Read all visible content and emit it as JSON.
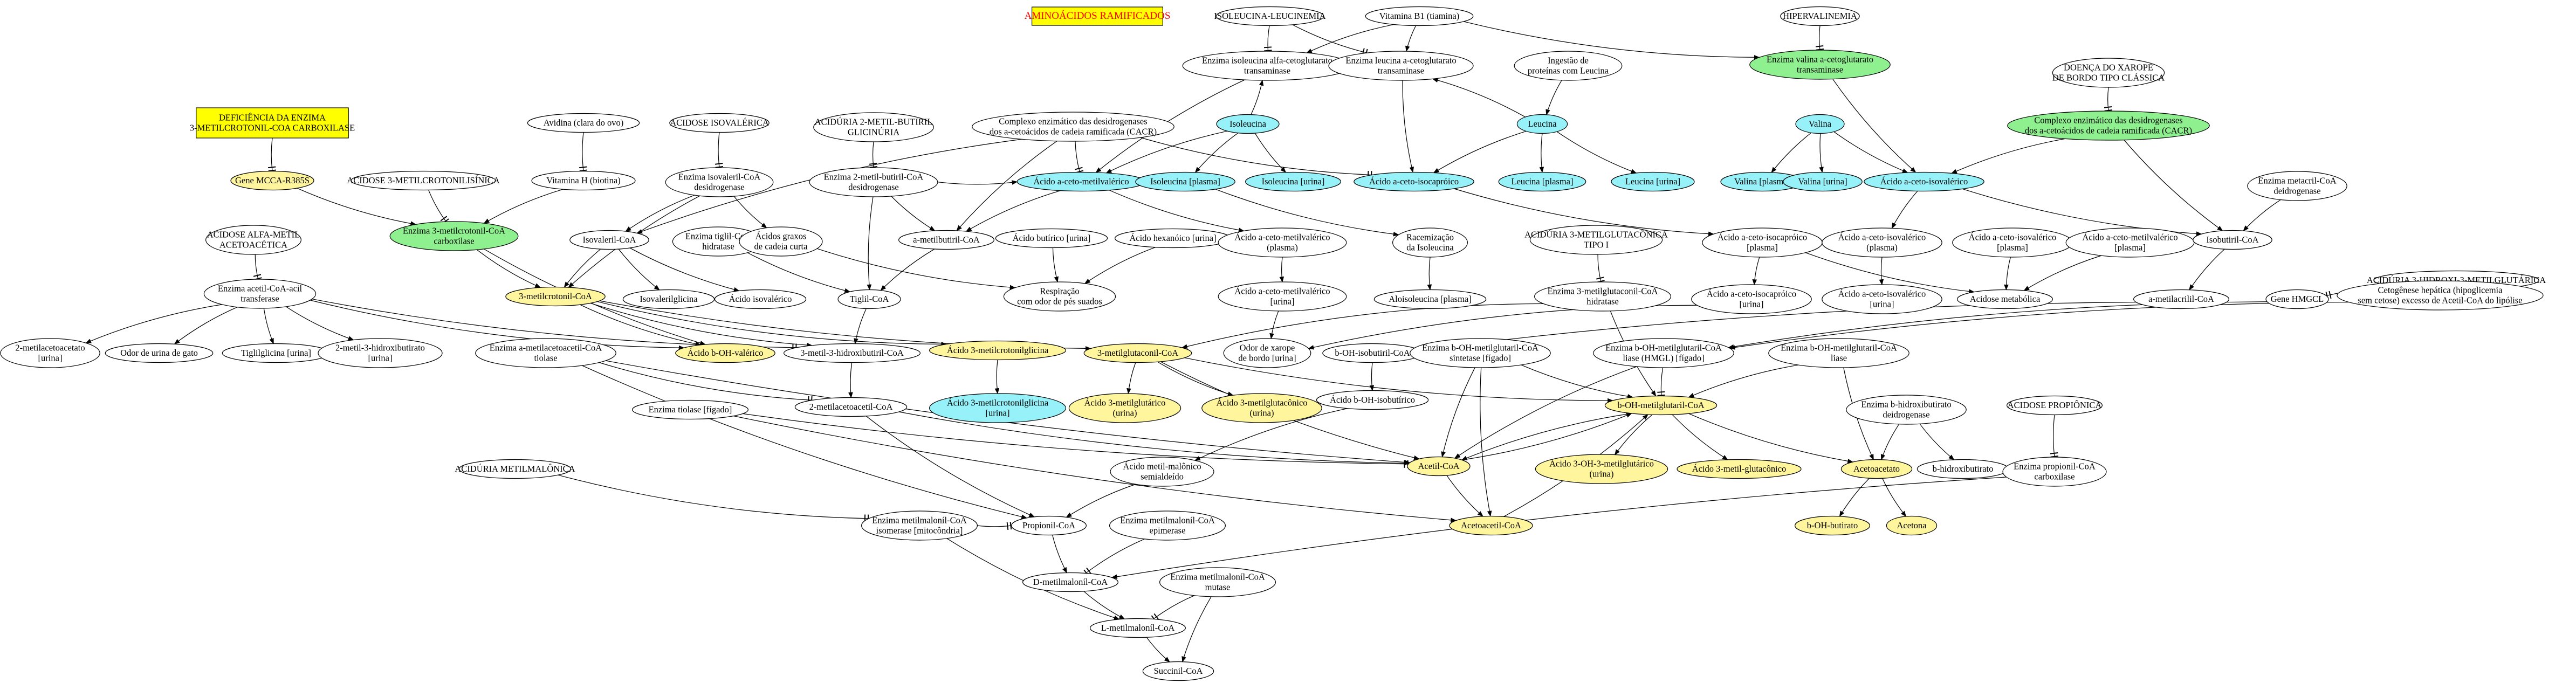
{
  "title": "AMINOÁCIDOS RAMIFICADOS",
  "colors": {
    "white": "#ffffff",
    "yellow": "#fff59d",
    "green": "#8ff08f",
    "cyan": "#96f2f8",
    "box_yellow": "#ffff00",
    "title_red": "#ff0000"
  },
  "nodes": [
    {
      "id": "title",
      "lines": [
        "AMINOÁCIDOS RAMIFICADOS"
      ],
      "color": "box_yellow",
      "shape": "box",
      "text": "title_red"
    },
    {
      "id": "deficiencia",
      "lines": [
        "DEFICIÊNCIA DA ENZIMA",
        "3-METILCROTONIL-COA CARBOXILASE"
      ],
      "color": "box_yellow",
      "shape": "box"
    },
    {
      "id": "ile_leu",
      "lines": [
        "ISOLEUCINA-LEUCINEMIA"
      ],
      "color": "white"
    },
    {
      "id": "vitb1",
      "lines": [
        "Vitamina B1 (tiamina)"
      ],
      "color": "white"
    },
    {
      "id": "hipervalinemia",
      "lines": [
        "HIPERVALINEMIA"
      ],
      "color": "white"
    },
    {
      "id": "enz_ile_transam",
      "lines": [
        "Enzima isoleucina alfa-cetoglutarato",
        "transaminase"
      ],
      "color": "white"
    },
    {
      "id": "enz_leu_transam",
      "lines": [
        "Enzima leucina a-cetoglutarato",
        "transaminase"
      ],
      "color": "white"
    },
    {
      "id": "ingestao_leu",
      "lines": [
        "Ingestão de",
        "proteínas com Leucina"
      ],
      "color": "white"
    },
    {
      "id": "enz_val_transam",
      "lines": [
        "Enzima valina a-cetoglutarato",
        "transaminase"
      ],
      "color": "green"
    },
    {
      "id": "doenca_xarope",
      "lines": [
        "DOENÇA DO XAROPE",
        "DE BORDO TIPO CLÁSSICA"
      ],
      "color": "white"
    },
    {
      "id": "avidina",
      "lines": [
        "Avidina (clara do ovo)"
      ],
      "color": "white"
    },
    {
      "id": "acidose_isoval",
      "lines": [
        "ACIDOSE ISOVALÉRICA"
      ],
      "color": "white"
    },
    {
      "id": "aciduria_2mb",
      "lines": [
        "ACIDÚRIA 2-METIL-BUTIRIL",
        "GLICINÚRIA"
      ],
      "color": "white"
    },
    {
      "id": "complexo_desid",
      "lines": [
        "Complexo enzimático das desidrogenases",
        "dos a-cetoácidos de cadeia ramificada (CACR)"
      ],
      "color": "white"
    },
    {
      "id": "isoleucina",
      "lines": [
        "Isoleucina"
      ],
      "color": "cyan"
    },
    {
      "id": "leucina",
      "lines": [
        "Leucina"
      ],
      "color": "cyan"
    },
    {
      "id": "valina",
      "lines": [
        "Valina"
      ],
      "color": "cyan"
    },
    {
      "id": "complexo_green",
      "lines": [
        "Complexo enzimático das desidrogenases",
        "dos a-cetoácidos de cadeia ramificada (CACR)"
      ],
      "color": "green"
    },
    {
      "id": "gene_mcca",
      "lines": [
        "Gene MCCA-R385S"
      ],
      "color": "yellow"
    },
    {
      "id": "vit_h",
      "lines": [
        "Vitamina H (biotina)"
      ],
      "color": "white"
    },
    {
      "id": "acidose_3mcg",
      "lines": [
        "ACIDOSE 3-METILCROTONILISÍNICA"
      ],
      "color": "white"
    },
    {
      "id": "enz_isoval_desid",
      "lines": [
        "Enzima isovaleril-CoA",
        "desidrogenase"
      ],
      "color": "white"
    },
    {
      "id": "enz_2mb_desid",
      "lines": [
        "Enzima 2-metil-butiril-CoA",
        "desidrogenase"
      ],
      "color": "white"
    },
    {
      "id": "ac_ceto_metilvalerico",
      "lines": [
        "Ácido a-ceto-metilvalérico"
      ],
      "color": "cyan"
    },
    {
      "id": "ile_plasma",
      "lines": [
        "Isoleucina [plasma]"
      ],
      "color": "cyan"
    },
    {
      "id": "ile_urina",
      "lines": [
        "Isoleucina [urina]"
      ],
      "color": "cyan"
    },
    {
      "id": "ac_ceto_isocaproico",
      "lines": [
        "Ácido a-ceto-isocapróico"
      ],
      "color": "cyan"
    },
    {
      "id": "leu_plasma",
      "lines": [
        "Leucina [plasma]"
      ],
      "color": "cyan"
    },
    {
      "id": "leu_urina",
      "lines": [
        "Leucina [urina]"
      ],
      "color": "cyan"
    },
    {
      "id": "val_plasma",
      "lines": [
        "Valina [plasma]"
      ],
      "color": "cyan"
    },
    {
      "id": "val_urina",
      "lines": [
        "Valina [urina]"
      ],
      "color": "cyan"
    },
    {
      "id": "ac_ceto_isovalerico",
      "lines": [
        "Ácido a-ceto-isovalérico"
      ],
      "color": "cyan"
    },
    {
      "id": "enz_3mcc",
      "lines": [
        "Enzima 3-metilcrotonil-CoA",
        "carboxilase"
      ],
      "color": "green"
    },
    {
      "id": "isovaleril_coa",
      "lines": [
        "Isovaleril-CoA"
      ],
      "color": "white"
    },
    {
      "id": "enz_tiglil",
      "lines": [
        "Enzima tiglil-CoA",
        "hidratase"
      ],
      "color": "white"
    },
    {
      "id": "ac_graxos",
      "lines": [
        "Ácidos graxos",
        "de cadeia curta"
      ],
      "color": "white"
    },
    {
      "id": "a_metilbutiril",
      "lines": [
        "a-metilbutiril-CoA"
      ],
      "color": "white"
    },
    {
      "id": "ac_butirico",
      "lines": [
        "Ácido butírico [urina]"
      ],
      "color": "white"
    },
    {
      "id": "ac_hexanoico",
      "lines": [
        "Ácido hexanóico [urina]"
      ],
      "color": "white"
    },
    {
      "id": "ac_ceto_metilval_plasma",
      "lines": [
        "Ácido a-ceto-metilvalérico",
        "(plasma)"
      ],
      "color": "white"
    },
    {
      "id": "racemizacao",
      "lines": [
        "Racemização",
        "da Isoleucina"
      ],
      "color": "white"
    },
    {
      "id": "aciduria_3mg1",
      "lines": [
        "ACIDÚRIA 3-METILGLUTACÔNICA",
        "TIPO I"
      ],
      "color": "white"
    },
    {
      "id": "ac_ceto_isocap_plasma",
      "lines": [
        "Ácido a-ceto-isocapróico",
        "[plasma]"
      ],
      "color": "white"
    },
    {
      "id": "ac_ceto_isoval_plasma",
      "lines": [
        "Ácido a-ceto-isovalérico",
        "(plasma)"
      ],
      "color": "white"
    },
    {
      "id": "ac_ceto_isoval_plasma2",
      "lines": [
        "Ácido a-ceto-isovalérico",
        "[plasma]"
      ],
      "color": "white"
    },
    {
      "id": "ac_ceto_metilval_plasma2",
      "lines": [
        "Ácido a-ceto-metilvalérico",
        "[plasma]"
      ],
      "color": "white"
    },
    {
      "id": "isobutiril",
      "lines": [
        "Isobutiril-CoA"
      ],
      "color": "white"
    },
    {
      "id": "enz_metacril",
      "lines": [
        "Enzima metacril-CoA",
        "deidrogenase"
      ],
      "color": "white"
    },
    {
      "id": "acidose_alfa",
      "lines": [
        "ACIDOSE ALFA-METIL",
        "ACETOACÉTICA"
      ],
      "color": "white"
    },
    {
      "id": "metilcrotonil_coa",
      "lines": [
        "3-metilcrotonil-CoA"
      ],
      "color": "yellow"
    },
    {
      "id": "isovalerilglicina",
      "lines": [
        "Isovalerilglicina"
      ],
      "color": "white"
    },
    {
      "id": "ac_isovalerico",
      "lines": [
        "Ácido isovalérico"
      ],
      "color": "white"
    },
    {
      "id": "tiglil_coa",
      "lines": [
        "Tiglil-CoA"
      ],
      "color": "white"
    },
    {
      "id": "respiracao",
      "lines": [
        "Respiração",
        "com odor de pés suados"
      ],
      "color": "white"
    },
    {
      "id": "ac_ceto_metilval_urina",
      "lines": [
        "Ácido a-ceto-metilvalérico",
        "[urina]"
      ],
      "color": "white"
    },
    {
      "id": "aloisoleucina",
      "lines": [
        "Aloisoleucina [plasma]"
      ],
      "color": "white"
    },
    {
      "id": "enz_3mg_hidratase",
      "lines": [
        "Enzima 3-metilglutaconil-CoA",
        "hidratase"
      ],
      "color": "white"
    },
    {
      "id": "ac_ceto_isocap_urina",
      "lines": [
        "Ácido a-ceto-isocapróico",
        "[urina]"
      ],
      "color": "white"
    },
    {
      "id": "ac_ceto_isoval_urina",
      "lines": [
        "Ácido a-ceto-isovalérico",
        "[urina]"
      ],
      "color": "white"
    },
    {
      "id": "acidose_metab",
      "lines": [
        "Acidose metabólica"
      ],
      "color": "white"
    },
    {
      "id": "a_metilacril",
      "lines": [
        "a-metilacrilil-CoA"
      ],
      "color": "white"
    },
    {
      "id": "gene_hmgcl",
      "lines": [
        "Gene HMGCL"
      ],
      "color": "white"
    },
    {
      "id": "aciduria_3h3mg",
      "lines": [
        "ACIDÚRIA 3-HIDROXI-3-METILGLUTÁRICA"
      ],
      "color": "white"
    },
    {
      "id": "enz_acetilcoa_acil",
      "lines": [
        "Enzima acetil-CoA-acil",
        "transferase"
      ],
      "color": "white"
    },
    {
      "id": "cetogenese",
      "lines": [
        "Cetogênese hepática (hipoglicemia",
        "sem cetose) excesso de Acetil-CoA do lipólise"
      ],
      "color": "white"
    },
    {
      "id": "ac_bhidroxi_valerico",
      "lines": [
        "Ácido b-OH-valérico"
      ],
      "color": "yellow"
    },
    {
      "id": "tres_metil_3hb",
      "lines": [
        "3-metil-3-hidroxibutiril-CoA"
      ],
      "color": "white"
    },
    {
      "id": "ac_3mcglicina",
      "lines": [
        "Ácido 3-metilcrotonilglicina"
      ],
      "color": "yellow"
    },
    {
      "id": "tres_mglutaconil",
      "lines": [
        "3-metilglutaconil-CoA"
      ],
      "color": "yellow"
    },
    {
      "id": "odor_xarope",
      "lines": [
        "Odor de xarope",
        "de bordo [urina]"
      ],
      "color": "white"
    },
    {
      "id": "b_oh_isobutiril",
      "lines": [
        "b-OH-isobutiril-CoA"
      ],
      "color": "white"
    },
    {
      "id": "enz_hmg_sintetase",
      "lines": [
        "Enzima b-OH-metilglutaril-CoA",
        "sintetase [fígado]"
      ],
      "color": "white"
    },
    {
      "id": "enz_hmg_liase",
      "lines": [
        "Enzima b-OH-metilglutaril-CoA",
        "liase (HMGL) [fígado]"
      ],
      "color": "white"
    },
    {
      "id": "enz_hmg_liase2",
      "lines": [
        "Enzima b-OH-metilglutaril-CoA",
        "liase"
      ],
      "color": "white"
    },
    {
      "id": "dois_metilacetoacetato",
      "lines": [
        "2-metilacetoacetato",
        "[urina]"
      ],
      "color": "white"
    },
    {
      "id": "odor_gato",
      "lines": [
        "Odor de urina de gato"
      ],
      "color": "white"
    },
    {
      "id": "tiglilglicina",
      "lines": [
        "Tiglilglicina [urina]"
      ],
      "color": "white"
    },
    {
      "id": "dois_m3hb",
      "lines": [
        "2-metil-3-hidroxibutirato",
        "[urina]"
      ],
      "color": "white"
    },
    {
      "id": "enz_2macetoacetil_tiolase",
      "lines": [
        "Enzima a-metilacetoacetil-CoA",
        "tiolase"
      ],
      "color": "white"
    },
    {
      "id": "ac_3mcglicina_urina",
      "lines": [
        "Ácido 3-metilcrotonilglicina",
        "[urina]"
      ],
      "color": "cyan"
    },
    {
      "id": "ac_3mglutarico_urina",
      "lines": [
        "Ácido 3-metilglutárico",
        "(urina)"
      ],
      "color": "yellow"
    },
    {
      "id": "ac_3mglutaconico_urina",
      "lines": [
        "Ácido 3-metilglutacônico",
        "(urina)"
      ],
      "color": "yellow"
    },
    {
      "id": "ac_b_oh_isobutirico",
      "lines": [
        "Ácido b-OH-isobutírico"
      ],
      "color": "white"
    },
    {
      "id": "b_oh_mglutaril",
      "lines": [
        "b-OH-metilglutaril-CoA"
      ],
      "color": "yellow"
    },
    {
      "id": "enz_bhb_desid",
      "lines": [
        "Enzima b-hidroxibutirato",
        "deidrogenase"
      ],
      "color": "white"
    },
    {
      "id": "acidose_propionica",
      "lines": [
        "ACIDOSE PROPIÔNICA"
      ],
      "color": "white"
    },
    {
      "id": "dois_metilacetoacetil",
      "lines": [
        "2-metilacetoacetil-CoA"
      ],
      "color": "white"
    },
    {
      "id": "enz_tiolase_figado",
      "lines": [
        "Enzima tiolase [fígado]"
      ],
      "color": "white"
    },
    {
      "id": "acetil_coa",
      "lines": [
        "Acetil-CoA"
      ],
      "color": "yellow"
    },
    {
      "id": "ac_3oh3mg_urina",
      "lines": [
        "Ácido 3-OH-3-metilglutárico",
        "(urina)"
      ],
      "color": "yellow"
    },
    {
      "id": "ac_3mglutaconico",
      "lines": [
        "Ácido 3-metil-glutacônico"
      ],
      "color": "yellow"
    },
    {
      "id": "acetoacetato",
      "lines": [
        "Acetoacetato"
      ],
      "color": "yellow"
    },
    {
      "id": "b_hidroxibutirato",
      "lines": [
        "b-hidroxibutirato"
      ],
      "color": "white"
    },
    {
      "id": "enz_propionil_carbox",
      "lines": [
        "Enzima propionil-CoA",
        "carboxilase"
      ],
      "color": "white"
    },
    {
      "id": "aciduria_mma",
      "lines": [
        "ACIDÚRIA METILMALÔNICA"
      ],
      "color": "white"
    },
    {
      "id": "ac_metilmalonico_semi",
      "lines": [
        "Ácido metil-malônico",
        "semialdeído"
      ],
      "color": "white"
    },
    {
      "id": "acetoacetil_coa",
      "lines": [
        "Acetoacetil-CoA"
      ],
      "color": "yellow"
    },
    {
      "id": "b_oh_butirato",
      "lines": [
        "b-OH-butirato"
      ],
      "color": "yellow"
    },
    {
      "id": "acetona",
      "lines": [
        "Acetona"
      ],
      "color": "yellow"
    },
    {
      "id": "enz_mm_isomerase",
      "lines": [
        "Enzima metilmaloníl-CoA",
        "isomerase [mitocôndria]"
      ],
      "color": "white"
    },
    {
      "id": "propionil_coa",
      "lines": [
        "Propionil-CoA"
      ],
      "color": "white"
    },
    {
      "id": "enz_mm_epimerase",
      "lines": [
        "Enzima metilmaloníl-CoA",
        "epimerase"
      ],
      "color": "white"
    },
    {
      "id": "d_metilmalonil",
      "lines": [
        "D-metilmaloníl-CoA"
      ],
      "color": "white"
    },
    {
      "id": "enz_mm_mutase",
      "lines": [
        "Enzima metilmaloníl-CoA",
        "mutase"
      ],
      "color": "white"
    },
    {
      "id": "l_metilmalonil",
      "lines": [
        "L-metilmaloníl-CoA"
      ],
      "color": "white"
    },
    {
      "id": "succinil_coa",
      "lines": [
        "Succinil-CoA"
      ],
      "color": "white"
    }
  ]
}
